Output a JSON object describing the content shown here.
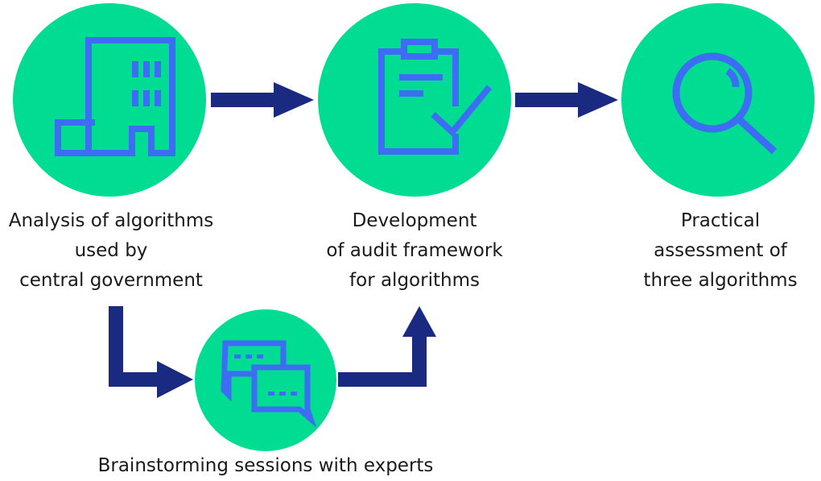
{
  "colors": {
    "circle_fill": "#00dc91",
    "icon_stroke": "#3d6df5",
    "arrow": "#1a2a80",
    "text": "#1a1a1a"
  },
  "steps": [
    {
      "icon": "building-icon",
      "label_lines": [
        "Analysis of algorithms",
        "used by",
        "central government"
      ]
    },
    {
      "icon": "clipboard-check-icon",
      "label_lines": [
        "Development",
        "of audit framework",
        "for algorithms"
      ]
    },
    {
      "icon": "magnifier-icon",
      "label_lines": [
        "Practical",
        "assessment of",
        "three algorithms"
      ]
    },
    {
      "icon": "chat-bubbles-icon",
      "label_lines": [
        "Brainstorming sessions with experts"
      ]
    }
  ]
}
